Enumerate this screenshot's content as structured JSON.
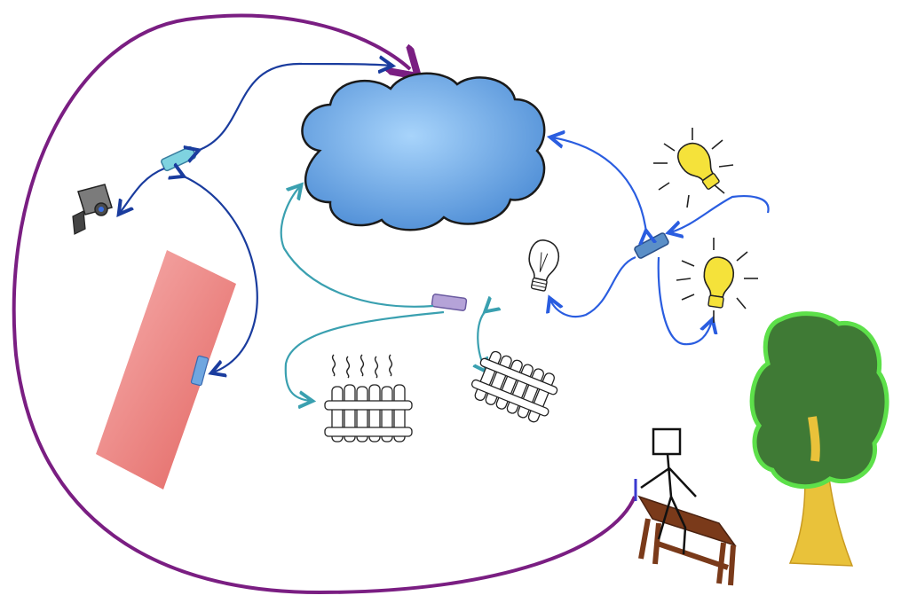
{
  "diagram": {
    "nodes": [
      {
        "id": "cloud",
        "icon": "cloud-icon"
      },
      {
        "id": "camera",
        "icon": "security-camera-icon"
      },
      {
        "id": "door",
        "icon": "door-icon"
      },
      {
        "id": "hub-left",
        "icon": "sensor-hub-icon"
      },
      {
        "id": "door-sensor",
        "icon": "door-sensor-icon"
      },
      {
        "id": "hub-center",
        "icon": "sensor-hub-icon"
      },
      {
        "id": "radiator-left",
        "icon": "radiator-heating-icon"
      },
      {
        "id": "radiator-right",
        "icon": "radiator-icon"
      },
      {
        "id": "hub-right",
        "icon": "sensor-hub-icon"
      },
      {
        "id": "bulb-off",
        "icon": "light-bulb-off-icon"
      },
      {
        "id": "bulb-top",
        "icon": "light-bulb-on-icon"
      },
      {
        "id": "bulb-bottom",
        "icon": "light-bulb-on-icon"
      },
      {
        "id": "person-bench",
        "icon": "person-on-bench-icon"
      },
      {
        "id": "tree",
        "icon": "tree-icon"
      }
    ],
    "colors": {
      "cloud_fill": "#7fb5e8",
      "door_fill": "#ee7d7a",
      "link_dark_blue": "#1a3c9e",
      "link_blue": "#2a5de0",
      "link_teal": "#3aa0b0",
      "link_purple": "#7a1e82",
      "hub_cyan": "#7fd3e0",
      "hub_lavender": "#b5a3d8",
      "hub_steel": "#5b8fc7",
      "tree_green": "#3f7a35",
      "tree_outline": "#5de04a",
      "trunk": "#e9c23a",
      "bench": "#7a3a1a",
      "bulb_on": "#f5e23a"
    }
  }
}
